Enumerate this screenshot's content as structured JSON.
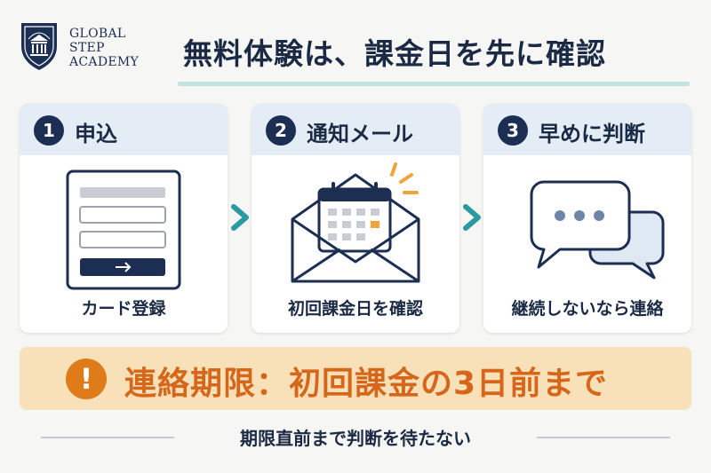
{
  "logo": {
    "line1": "GLOBAL",
    "line2": "STEP",
    "line3": "ACADEMY"
  },
  "title": "無料体験は、課金日を先に確認",
  "steps": [
    {
      "number": "1",
      "title": "申込",
      "caption": "カード登録",
      "illustration": "signup-form"
    },
    {
      "number": "2",
      "title": "通知メール",
      "caption": "初回課金日を確認",
      "illustration": "email-calendar"
    },
    {
      "number": "3",
      "title": "早めに判断",
      "caption": "継続しないなら連絡",
      "illustration": "chat-bubbles"
    }
  ],
  "warning": {
    "icon": "!",
    "text": "連絡期限：初回課金の3日前まで"
  },
  "footer": "期限直前まで判断を待たない",
  "colors": {
    "navy": "#1c2e52",
    "teal": "#2a9aa0",
    "orange": "#e07b1a",
    "banner": "#f8e1b9",
    "card_head": "#e4edf6"
  }
}
